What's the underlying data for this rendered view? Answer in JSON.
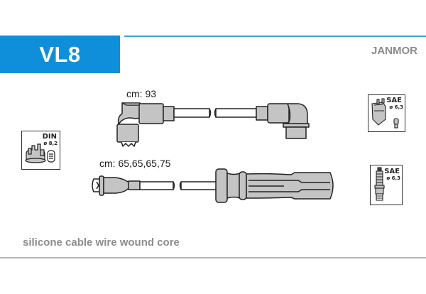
{
  "header": {
    "model_code": "VL8",
    "brand": "JANMOR",
    "accent_color": "#0f8fd9"
  },
  "cables": [
    {
      "label": "cm: 93",
      "type": "coil-lead"
    },
    {
      "label": "cm: 65,65,65,75",
      "type": "spark-plug-leads"
    }
  ],
  "icons": {
    "din": {
      "standard": "DIN",
      "diameter": "ø 8,2"
    },
    "sae_coil": {
      "standard": "SAE",
      "diameter": "ø 6,3"
    },
    "sae_plug": {
      "standard": "SAE",
      "diameter": "ø 6,3"
    }
  },
  "footer": {
    "description": "silicone cable wire wound core"
  }
}
